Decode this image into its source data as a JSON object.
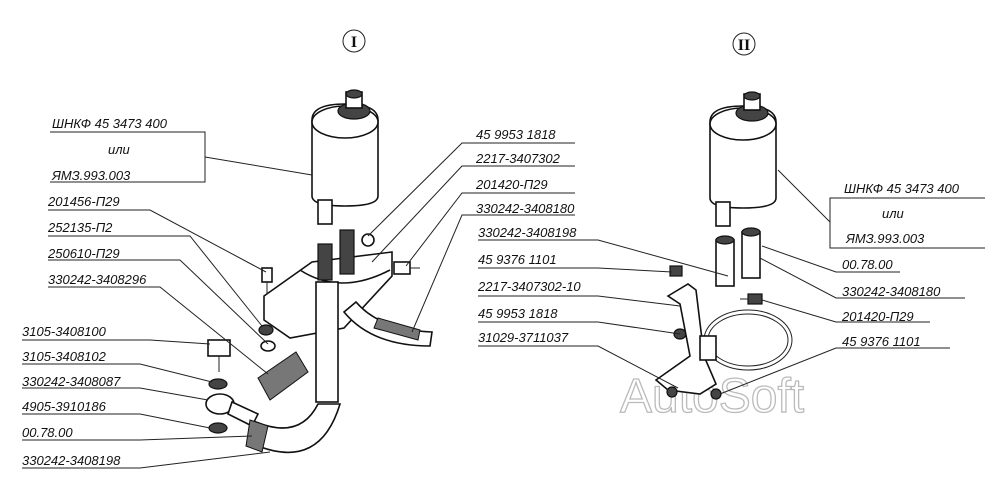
{
  "views": {
    "left_id": "I",
    "right_id": "II"
  },
  "labels_left": [
    "ШНКФ 45 3473 400",
    "или",
    "ЯМЗ.993.003",
    "201456-П29",
    "252135-П2",
    "250610-П29",
    "330242-3408296",
    "3105-3408100",
    "3105-3408102",
    "330242-3408087",
    "4905-3910186",
    "00.78.00",
    "330242-3408198",
    "45 9953 1818",
    "2217-3407302",
    "201420-П29",
    "330242-3408180"
  ],
  "labels_right": [
    "ШНКФ 45 3473 400",
    "или",
    "ЯМЗ.993.003",
    "330242-3408198",
    "45 9376 1101",
    "2217-3407302-10",
    "45 9953 1818",
    "31029-3711037",
    "00.78.00",
    "330242-3408180",
    "201420-П29",
    "45 9376 1101"
  ],
  "watermark": "AutoSoft"
}
